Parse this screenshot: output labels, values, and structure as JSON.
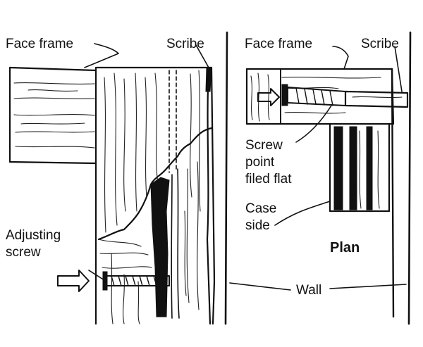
{
  "labels": {
    "face_frame_left": "Face frame",
    "scribe_left": "Scribe",
    "face_frame_right": "Face frame",
    "scribe_right": "Scribe",
    "screw_point_line1": "Screw",
    "screw_point_line2": "point",
    "screw_point_line3": "filed flat",
    "adjusting_line1": "Adjusting",
    "adjusting_line2": "screw",
    "case_line1": "Case",
    "case_line2": "side",
    "plan": "Plan",
    "wall": "Wall"
  },
  "colors": {
    "ink": "#111111",
    "paper": "#ffffff"
  }
}
